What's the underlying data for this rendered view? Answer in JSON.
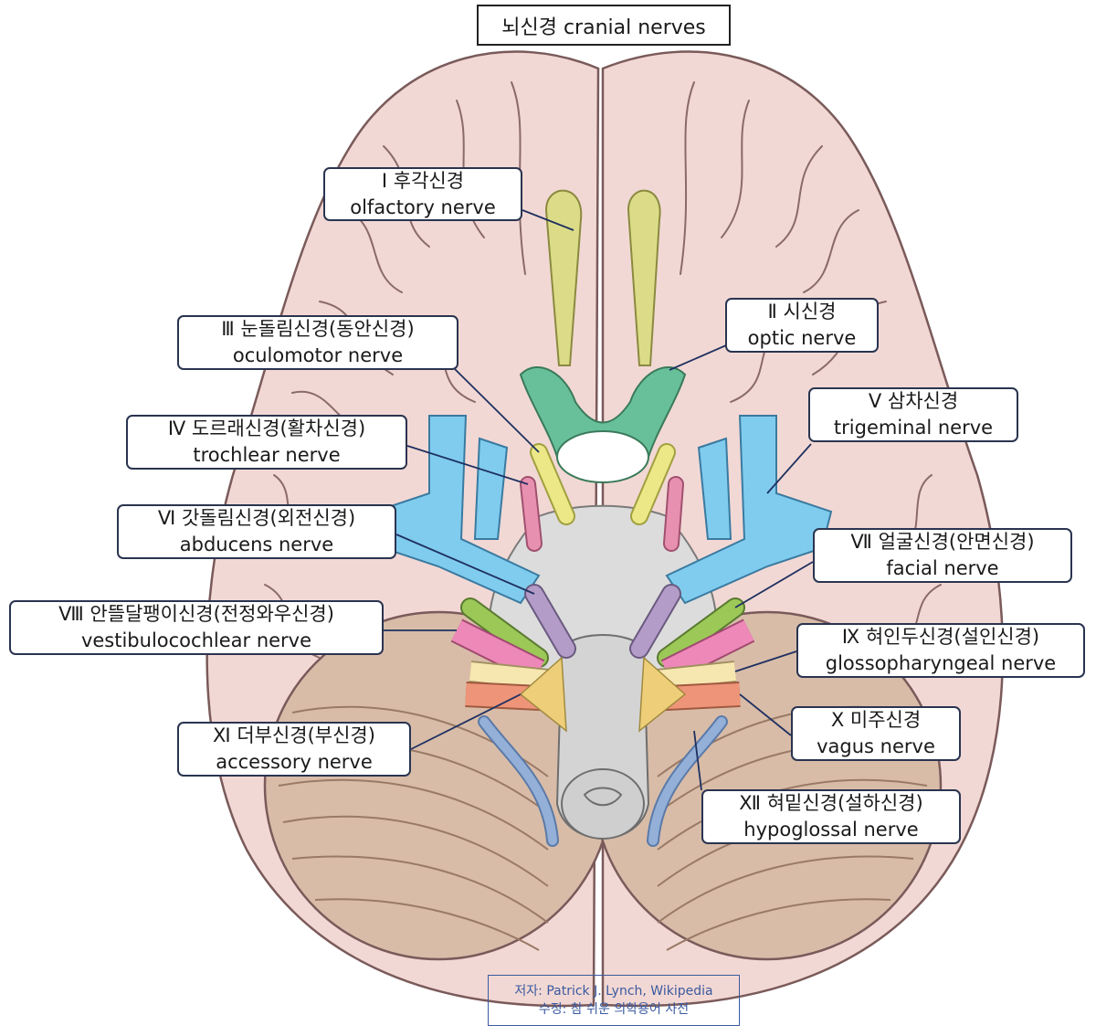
{
  "title": "뇌신경 cranial nerves",
  "labels": {
    "olfactory": {
      "line1": "Ⅰ 후각신경",
      "line2": "olfactory nerve"
    },
    "optic": {
      "line1": "Ⅱ 시신경",
      "line2": "optic nerve"
    },
    "oculomotor": {
      "line1": "Ⅲ 눈돌림신경(동안신경)",
      "line2": "oculomotor nerve"
    },
    "trochlear": {
      "line1": "Ⅳ 도르래신경(활차신경)",
      "line2": "trochlear nerve"
    },
    "trigeminal": {
      "line1": "Ⅴ 삼차신경",
      "line2": "trigeminal nerve"
    },
    "abducens": {
      "line1": "Ⅵ 갓돌림신경(외전신경)",
      "line2": "abducens nerve"
    },
    "facial": {
      "line1": "Ⅶ 얼굴신경(안면신경)",
      "line2": "facial nerve"
    },
    "vestibulocochlear": {
      "line1": "Ⅷ 안뜰달팽이신경(전정와우신경)",
      "line2": "vestibulocochlear nerve"
    },
    "glossopharyngeal": {
      "line1": "Ⅸ 혀인두신경(설인신경)",
      "line2": "glossopharyngeal nerve"
    },
    "vagus": {
      "line1": "Ⅹ 미주신경",
      "line2": "vagus nerve"
    },
    "accessory": {
      "line1": "Ⅺ 더부신경(부신경)",
      "line2": "accessory nerve"
    },
    "hypoglossal": {
      "line1": "Ⅻ 혀밑신경(설하신경)",
      "line2": "hypoglossal nerve"
    }
  },
  "credit": {
    "line1": "저자: Patrick J. Lynch, Wikipedia",
    "line2": "수정: 참 쉬운 의학용어 사전"
  },
  "colors": {
    "brain": "#f2d8d4",
    "brain_outline": "#7a5a5a",
    "cerebellum": "#d8bca8",
    "brainstem": "#dcdcdc",
    "olfactory": "#dcdc88",
    "optic": "#68c09a",
    "oculomotor": "#ece888",
    "trochlear": "#e890b0",
    "trigeminal": "#80ccee",
    "abducens": "#b49cc8",
    "facial": "#9cc858",
    "vestibulocochlear": "#ee88b8",
    "glossopharyngeal": "#f6e6b0",
    "vagus": "#ee9478",
    "accessory": "#eece78",
    "hypoglossal": "#94b0d8",
    "leader": "#1e3060"
  }
}
